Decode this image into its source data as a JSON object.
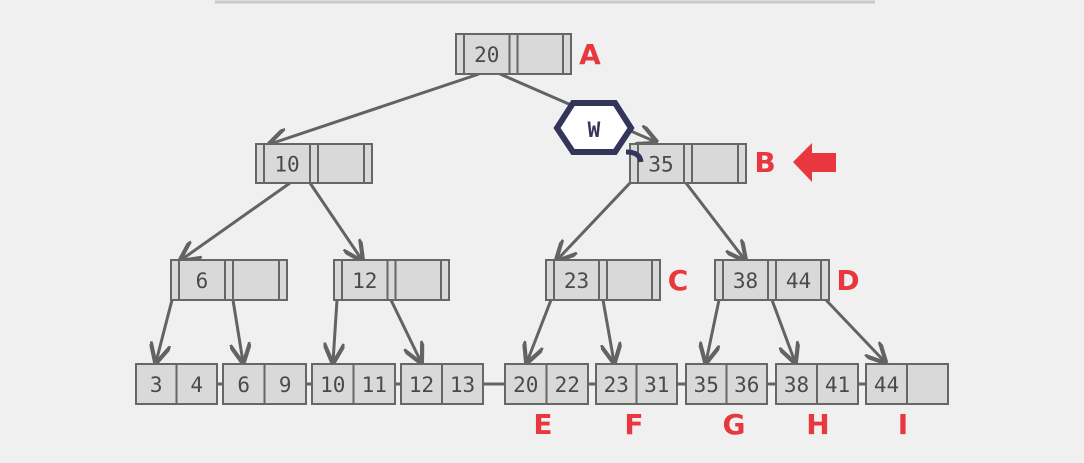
{
  "tree": {
    "root": {
      "keys": [
        "20",
        ""
      ],
      "label": "A"
    },
    "level1": [
      {
        "keys": [
          "10",
          ""
        ],
        "label": ""
      },
      {
        "keys": [
          "35",
          ""
        ],
        "label": "B"
      }
    ],
    "level2": [
      {
        "keys": [
          "6",
          ""
        ],
        "label": ""
      },
      {
        "keys": [
          "12",
          ""
        ],
        "label": ""
      },
      {
        "keys": [
          "23",
          ""
        ],
        "label": "C"
      },
      {
        "keys": [
          "38",
          "44"
        ],
        "label": "D"
      }
    ],
    "leaves": [
      {
        "keys": [
          "3",
          "4"
        ],
        "label": ""
      },
      {
        "keys": [
          "6",
          "9"
        ],
        "label": ""
      },
      {
        "keys": [
          "10",
          "11"
        ],
        "label": ""
      },
      {
        "keys": [
          "12",
          "13"
        ],
        "label": ""
      },
      {
        "keys": [
          "20",
          "22"
        ],
        "label": "E"
      },
      {
        "keys": [
          "23",
          "31"
        ],
        "label": "F"
      },
      {
        "keys": [
          "35",
          "36"
        ],
        "label": "G"
      },
      {
        "keys": [
          "38",
          "41"
        ],
        "label": "H"
      },
      {
        "keys": [
          "44",
          ""
        ],
        "label": "I"
      }
    ]
  },
  "latch": {
    "mode": "W"
  },
  "colors": {
    "background": "#f0f0f0",
    "node_fill": "#d9d9d9",
    "node_border": "#666666",
    "edge": "#636363",
    "label_red": "#e8373e",
    "latch": "#34355a"
  },
  "icons": {
    "pointer": "left-arrow-icon",
    "latch": "hexagon-latch-icon"
  }
}
